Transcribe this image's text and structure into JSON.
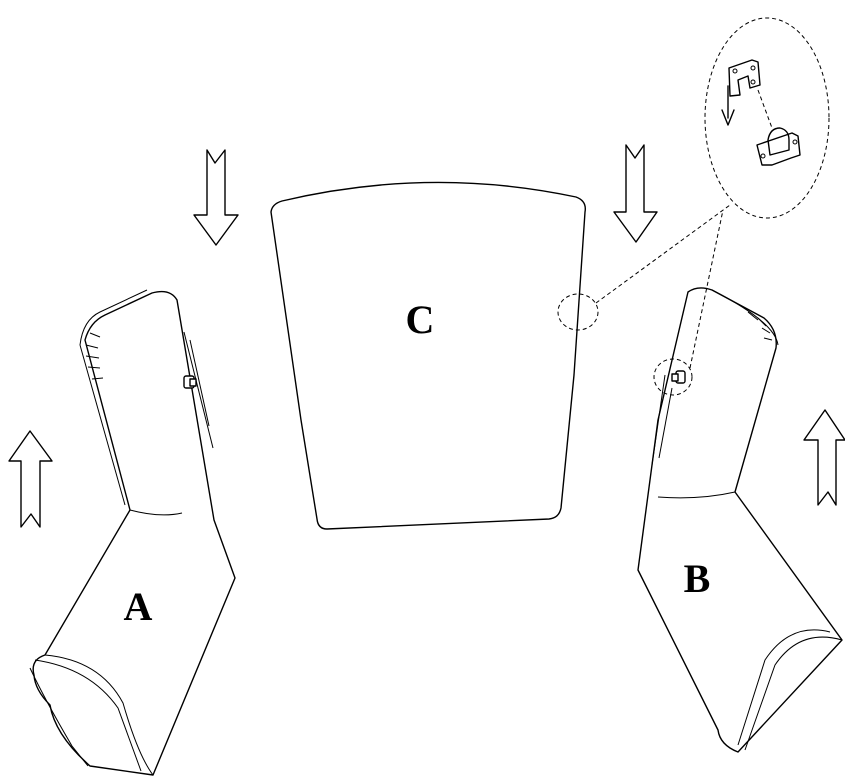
{
  "labels": {
    "part_a": "A",
    "part_b": "B",
    "part_c": "C"
  },
  "icons": {
    "arrows": [
      "arrow-down-left",
      "arrow-down-right",
      "arrow-up-left",
      "arrow-up-right"
    ],
    "detail": "mounting-bracket-detail-icon"
  },
  "colors": {
    "line": "#000000",
    "background": "#ffffff"
  }
}
